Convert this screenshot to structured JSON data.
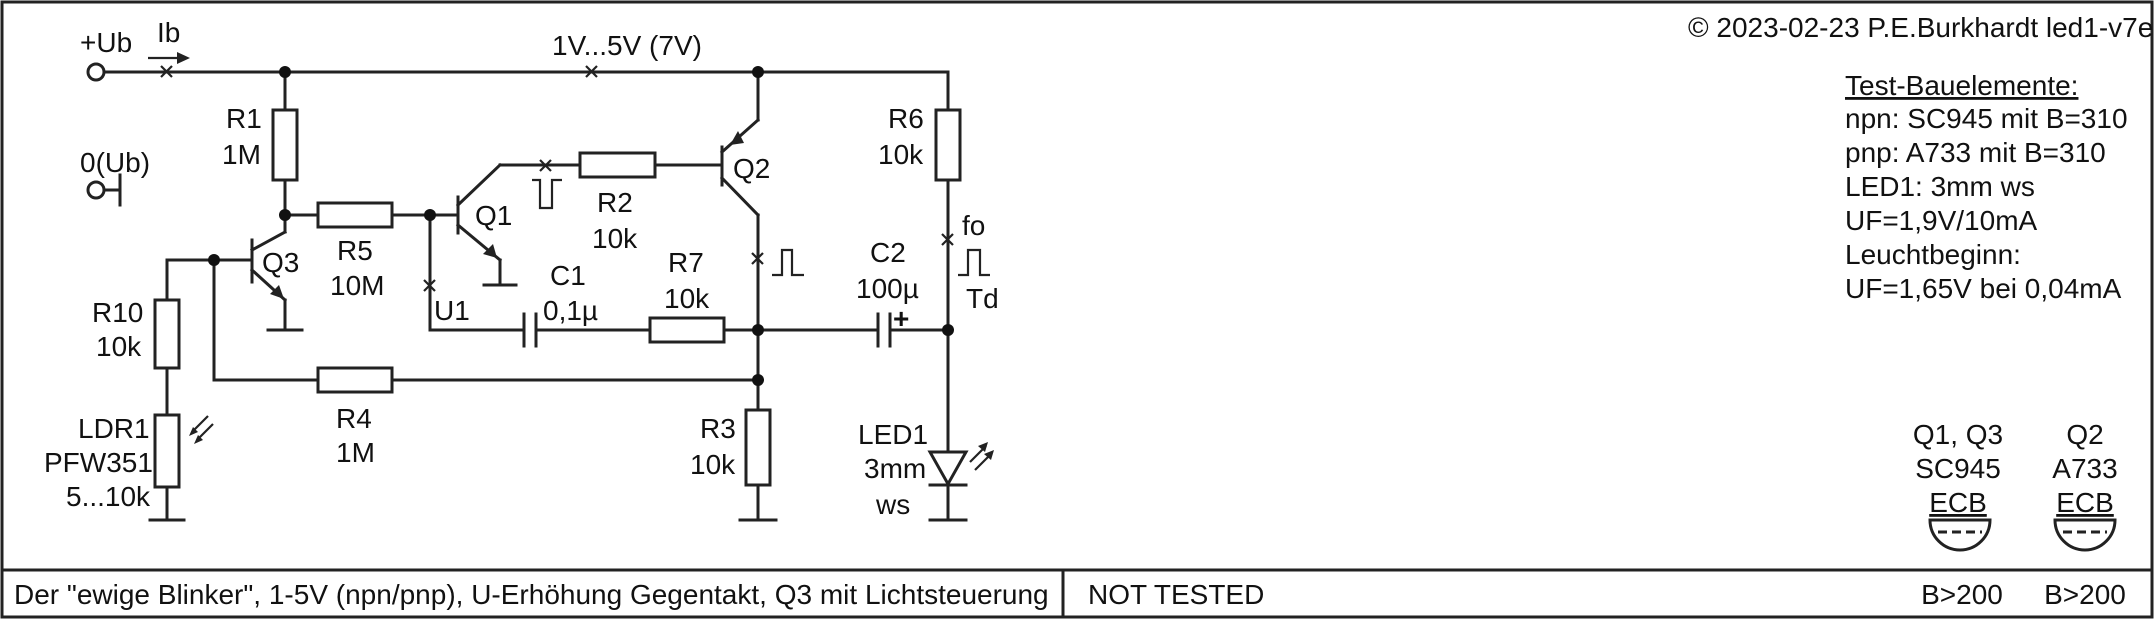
{
  "header": {
    "copyright": "© 2023-02-23 P.E.Burkhardt led1-v7e"
  },
  "supply": {
    "plus": "+Ub",
    "current": "Ib",
    "ground": "0(Ub)",
    "range": "1V...5V (7V)"
  },
  "components": {
    "r1": {
      "name": "R1",
      "value": "1M"
    },
    "r2": {
      "name": "R2",
      "value": "10k"
    },
    "r3": {
      "name": "R3",
      "value": "10k"
    },
    "r4": {
      "name": "R4",
      "value": "1M"
    },
    "r5": {
      "name": "R5",
      "value": "10M"
    },
    "r6": {
      "name": "R6",
      "value": "10k"
    },
    "r7": {
      "name": "R7",
      "value": "10k"
    },
    "r10": {
      "name": "R10",
      "value": "10k"
    },
    "c1": {
      "name": "C1",
      "value": "0,1µ"
    },
    "c2": {
      "name": "C2",
      "value": "100µ",
      "polarity": "+"
    },
    "q1": {
      "name": "Q1"
    },
    "q2": {
      "name": "Q2"
    },
    "q3": {
      "name": "Q3"
    },
    "u1": {
      "name": "U1"
    },
    "fo": "fo",
    "td": "Td",
    "ldr": {
      "name": "LDR1",
      "type": "PFW351",
      "value": "5...10k"
    },
    "led": {
      "name": "LED1",
      "size": "3mm",
      "color": "ws"
    }
  },
  "notes": {
    "title": "Test-Bauelemente:",
    "lines": [
      "npn: SC945 mit B=310",
      "pnp: A733 mit B=310",
      "LED1: 3mm ws",
      "UF=1,9V/10mA",
      "Leuchtbeginn:",
      "UF=1,65V bei 0,04mA"
    ]
  },
  "pinouts": [
    {
      "name": "Q1, Q3",
      "type": "SC945",
      "pins": "ECB",
      "gain": "B>200"
    },
    {
      "name": "Q2",
      "type": "A733",
      "pins": "ECB",
      "gain": "B>200"
    }
  ],
  "footer": {
    "description": "Der \"ewige Blinker\", 1-5V (npn/pnp), U-Erhöhung Gegentakt, Q3 mit Lichtsteuerung",
    "status": "NOT TESTED"
  }
}
